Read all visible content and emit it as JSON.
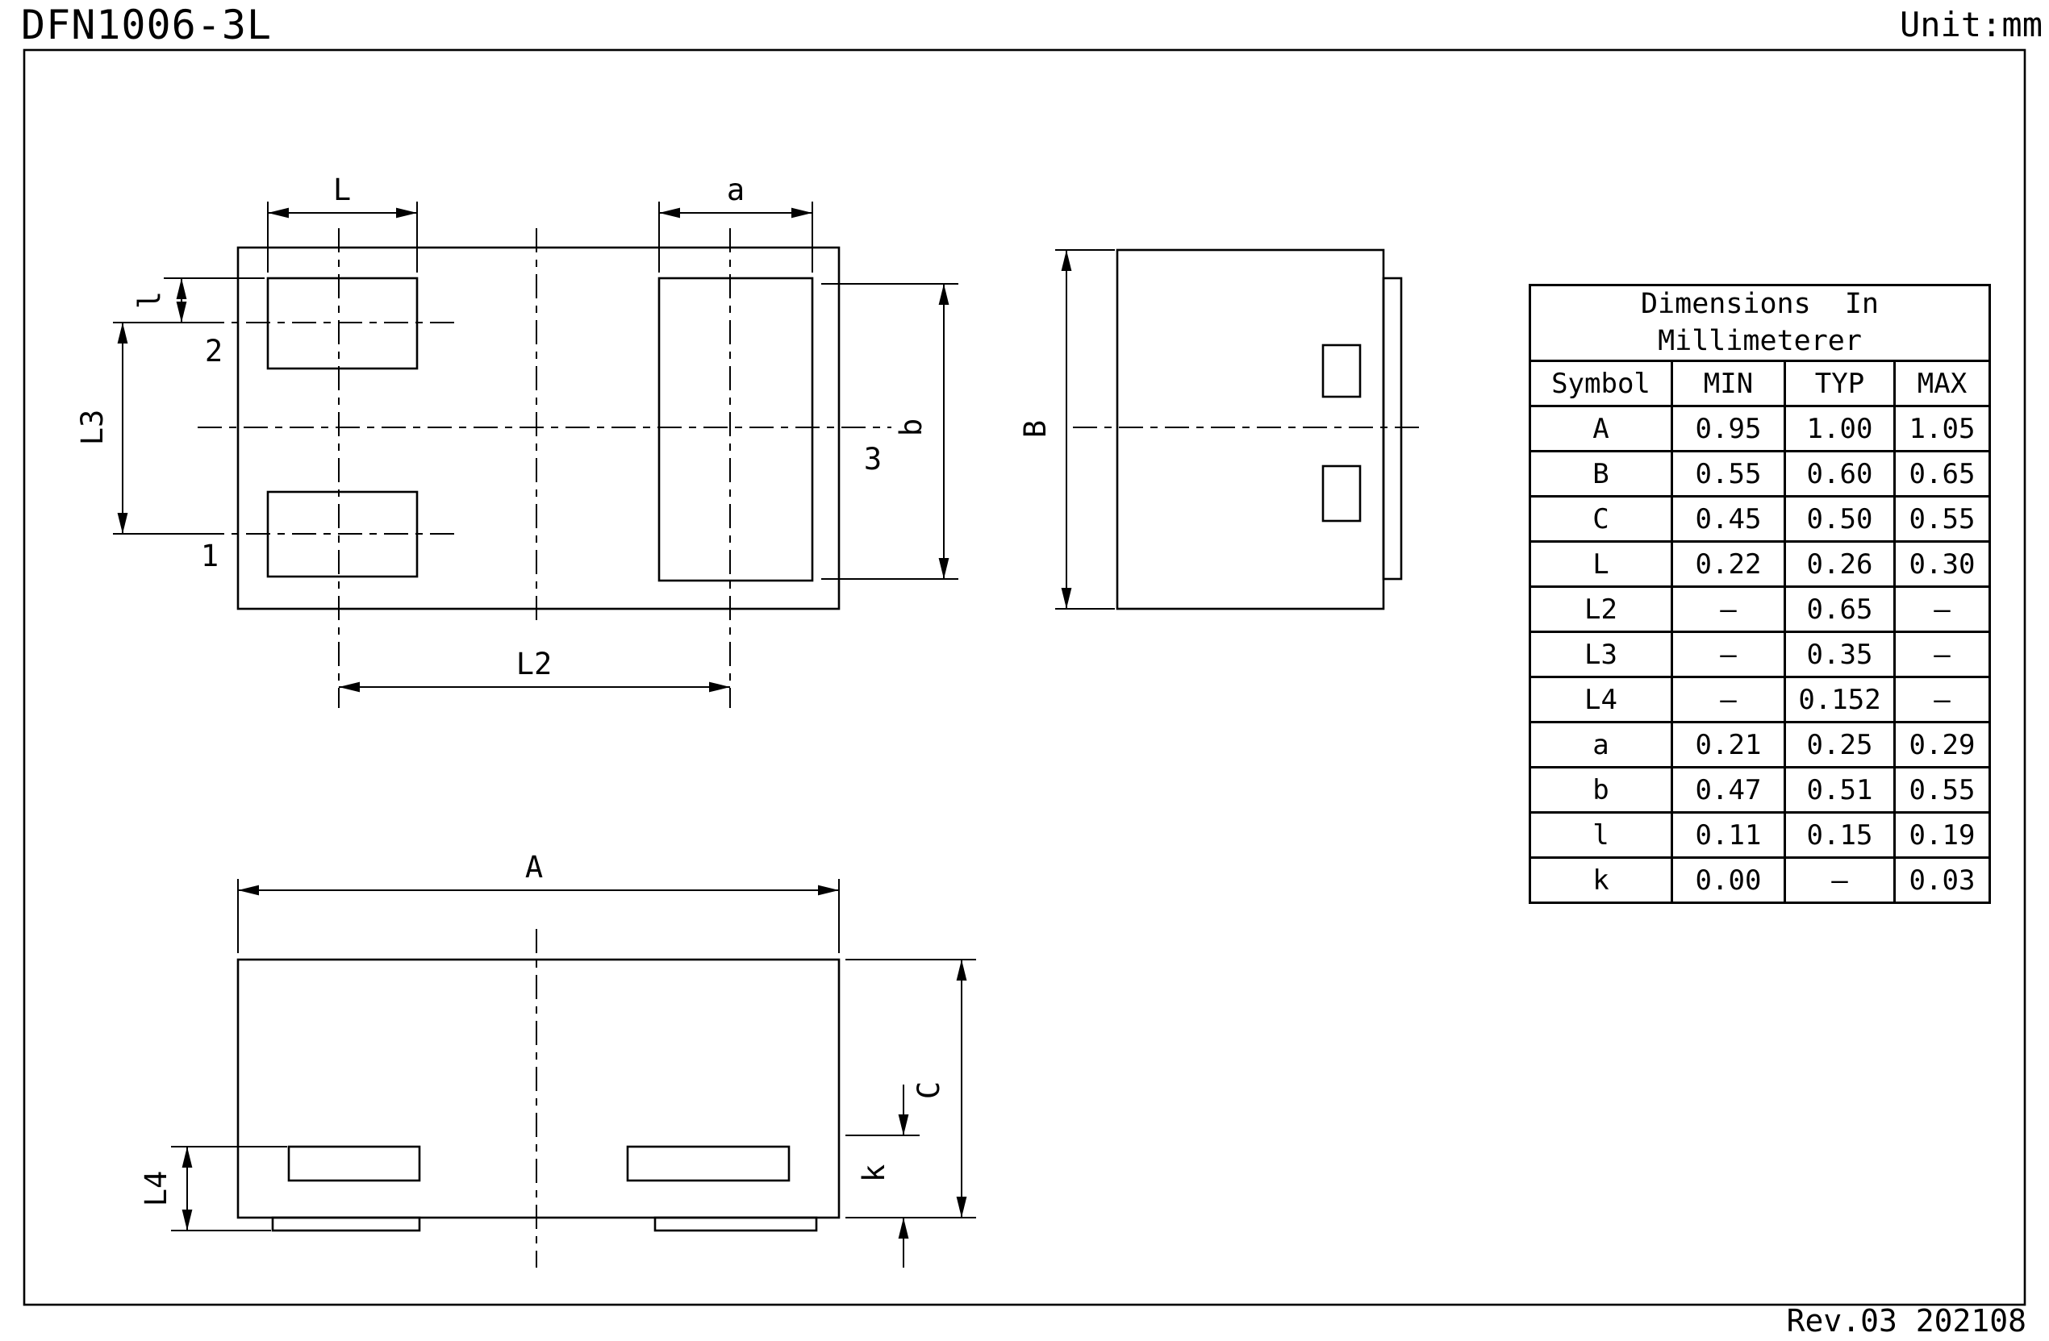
{
  "header": {
    "title": "DFN1006-3L",
    "unit_label": "Unit:mm"
  },
  "footer": {
    "revision": "Rev.03  202108"
  },
  "drawing": {
    "top_view": {
      "dim_L": "L",
      "dim_a": "a",
      "dim_l": "l",
      "dim_L3": "L3",
      "dim_L2": "L2",
      "dim_b": "b",
      "pin_1": "1",
      "pin_2": "2",
      "pin_3": "3"
    },
    "side_view": {
      "dim_B": "B"
    },
    "bottom_view": {
      "dim_A": "A",
      "dim_L4": "L4",
      "dim_k": "k",
      "dim_C": "C"
    }
  },
  "table": {
    "title_line1": "Dimensions  In",
    "title_line2": "Millimeterer",
    "columns": [
      "Symbol",
      "MIN",
      "TYP",
      "MAX"
    ],
    "rows": [
      [
        "A",
        "0.95",
        "1.00",
        "1.05"
      ],
      [
        "B",
        "0.55",
        "0.60",
        "0.65"
      ],
      [
        "C",
        "0.45",
        "0.50",
        "0.55"
      ],
      [
        "L",
        "0.22",
        "0.26",
        "0.30"
      ],
      [
        "L2",
        "–",
        "0.65",
        "–"
      ],
      [
        "L3",
        "–",
        "0.35",
        "–"
      ],
      [
        "L4",
        "–",
        "0.152",
        "–"
      ],
      [
        "a",
        "0.21",
        "0.25",
        "0.29"
      ],
      [
        "b",
        "0.47",
        "0.51",
        "0.55"
      ],
      [
        "l",
        "0.11",
        "0.15",
        "0.19"
      ],
      [
        "k",
        "0.00",
        "–",
        "0.03"
      ]
    ]
  }
}
